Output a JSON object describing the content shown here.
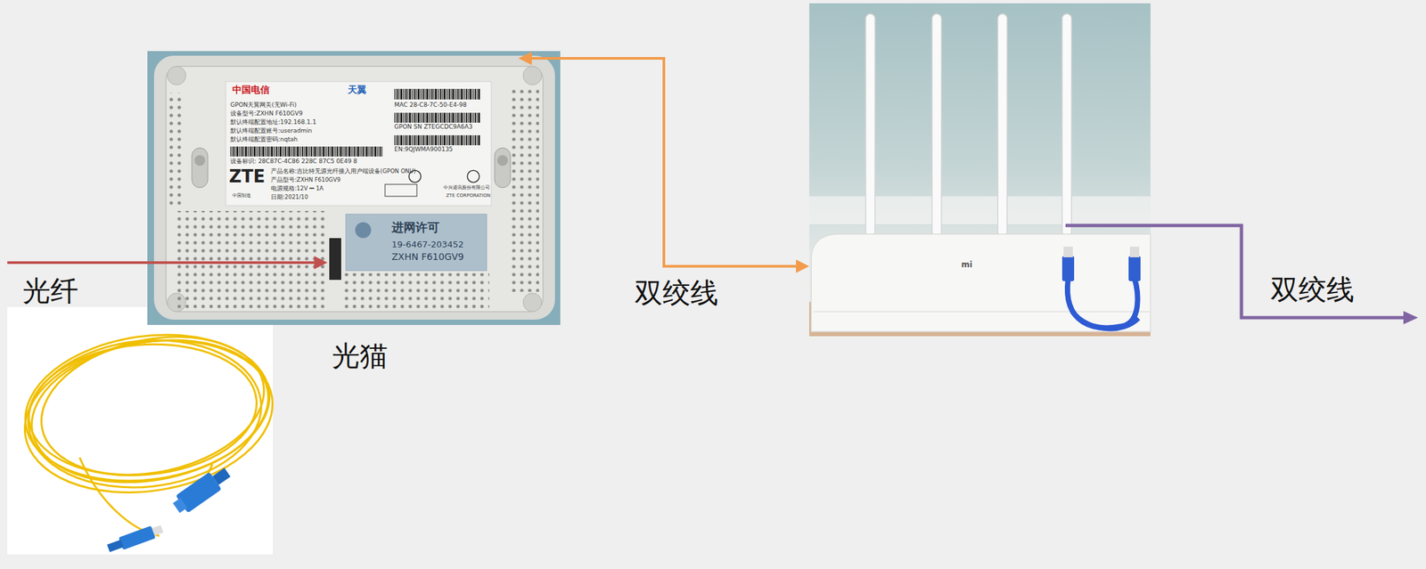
{
  "diagram": {
    "nodes": [
      {
        "text": [
          "光纤"
        ]
      },
      {
        "text": [
          "光猫"
        ]
      },
      {
        "text": [
          "mi"
        ]
      }
    ],
    "edges": [
      {
        "from": 0,
        "to": 1,
        "arrow": "to"
      },
      {
        "from": 1,
        "to": 2,
        "arrow": "both",
        "label": "双绞线"
      }
    ],
    "labels": [
      "中国电信",
      "天翼",
      "GPON天翼网关(无Wi-Fi)",
      "设备型号:ZXHN F610GV9",
      "默认终端配置地址:192.168.1.1",
      "默认终端配置账号:useradmin",
      "默认终端配置密码:nqtah",
      "MAC 28-C8-7C-50-E4-98",
      "GPON SN ZTEGCDC9A6A3",
      "EN:9QJWMA900135",
      "设备标识: 28C87C-4C86 228C 87C5 0E49 8",
      "ZTE",
      "中国制造",
      "产品名称:吉比特无源光纤接入用户端设备(GPON ONU)",
      "产品型号:ZXHN F610GV9",
      "电源规格:12V ⎓ 1A",
      "日期:2021/10",
      "中兴通讯股份有限公司",
      "ZTE CORPORATION",
      "进网许可",
      "19-6467-203452",
      "ZXHN F610GV9",
      "双绞线"
    ]
  }
}
